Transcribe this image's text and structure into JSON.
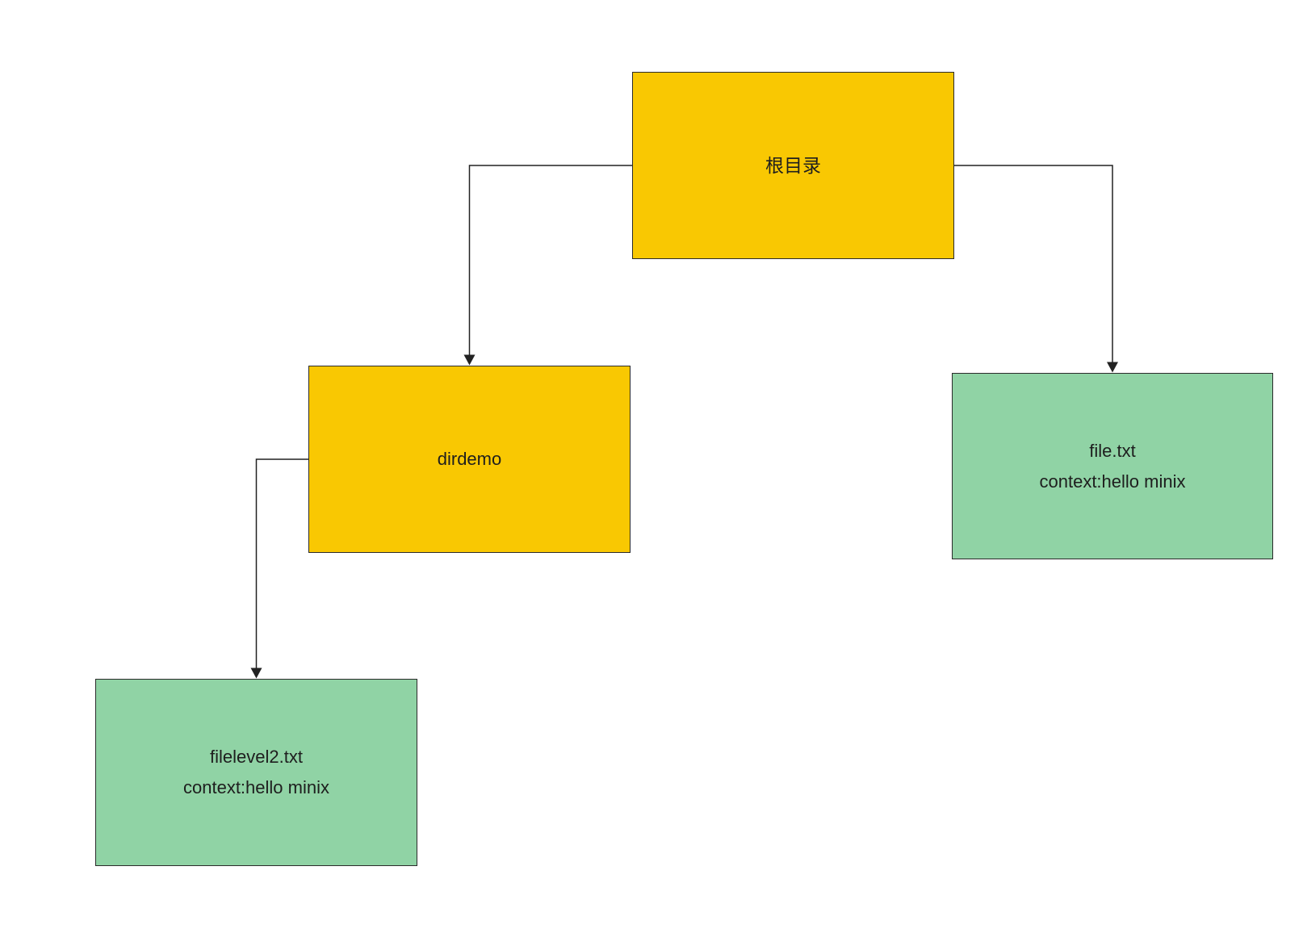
{
  "diagram": {
    "nodes": {
      "root": {
        "label": "根目录"
      },
      "dirdemo": {
        "label": "dirdemo"
      },
      "file_txt": {
        "line1": "file.txt",
        "line2": "context:hello minix"
      },
      "filelevel2_txt": {
        "line1": "filelevel2.txt",
        "line2": "context:hello minix"
      }
    },
    "edges": [
      {
        "from": "root",
        "to": "dirdemo"
      },
      {
        "from": "root",
        "to": "file_txt"
      },
      {
        "from": "dirdemo",
        "to": "filelevel2_txt"
      }
    ],
    "colors": {
      "directory_fill": "#F9C802",
      "file_fill": "#90D3A5",
      "border": "#2B2B2B",
      "connector": "#222222",
      "background": "#FFFFFF"
    }
  }
}
